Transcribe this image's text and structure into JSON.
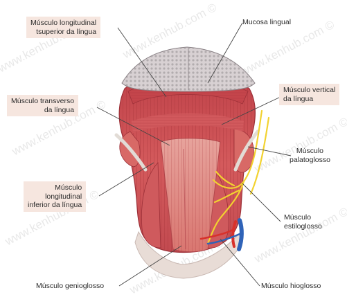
{
  "labels": {
    "superior_longitudinal": "Músculo longitudinal\ntsuperior da língua",
    "mucosa": "Mucosa lingual",
    "transverse": "Músculo transverso\nda língua",
    "vertical": "Músculo vertical\nda língua",
    "palatoglossus": "Músculo\npalatoglosso",
    "inferior_longitudinal": "Músculo\nlongitudinal\ninferior da língua",
    "styloglossus": "Músculo\nestiloglosso",
    "genioglossus": "Músculo genioglosso",
    "hyoglossus": "Músculo hioglosso"
  },
  "watermark": "www.kenhub.com ©",
  "colors": {
    "muscle": "#c84a4e",
    "muscle_light": "#e27a78",
    "mucosa": "#d4cfd0",
    "nerve": "#f2d230",
    "artery": "#d8312b",
    "vein": "#2f63b8",
    "label_box": "#f6e6df",
    "leader": "#444444"
  }
}
